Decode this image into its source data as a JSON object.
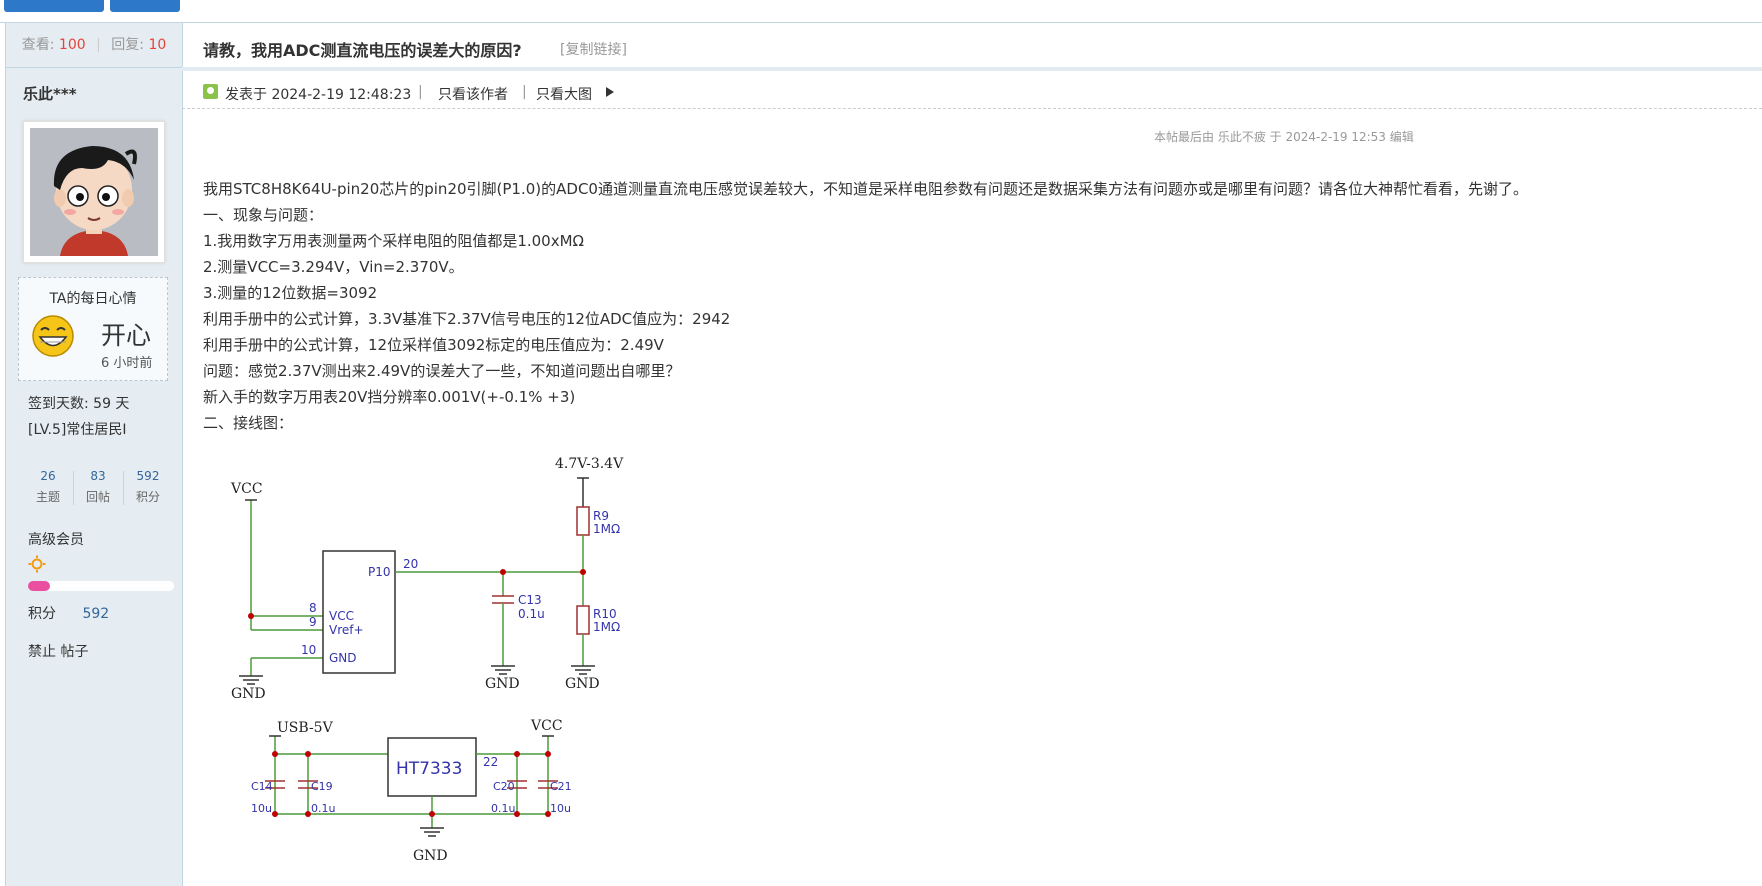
{
  "thread": {
    "views_label": "查看:",
    "views": "100",
    "replies_label": "回复:",
    "replies": "10",
    "title": "请教，我用ADC测直流电压的误差大的原因?",
    "copy_link": "[复制链接]"
  },
  "author": {
    "name": "乐此***",
    "mood_title": "TA的每日心情",
    "mood": "开心",
    "mood_time": "6 小时前",
    "checkin": "签到天数: 59 天",
    "level": "[LV.5]常住居民I",
    "stats": [
      {
        "value": "26",
        "label": "主题"
      },
      {
        "value": "83",
        "label": "回帖"
      },
      {
        "value": "592",
        "label": "积分"
      }
    ],
    "group": "高级会员",
    "progress_fraction": 0.15,
    "points_label": "积分",
    "points": "592",
    "status": "禁止 帖子"
  },
  "post_meta": {
    "posted": "发表于 2024-2-19 12:48:23",
    "only_author": "只看该作者",
    "only_images": "只看大图",
    "sep": "|"
  },
  "edit_note": "本帖最后由 乐此不疲 于 2024-2-19 12:53 编辑",
  "post_body": [
    "我用STC8H8K64U-pin20芯片的pin20引脚(P1.0)的ADC0通道测量直流电压感觉误差较大，不知道是采样电阻参数有问题还是数据采集方法有问题亦或是哪里有问题？请各位大神帮忙看看，先谢了。",
    "一、现象与问题：",
    "1.我用数字万用表测量两个采样电阻的阻值都是1.00xMΩ",
    "2.测量VCC=3.294V，Vin=2.370V。",
    "3.测量的12位数据=3092",
    "利用手册中的公式计算，3.3V基准下2.37V信号电压的12位ADC值应为：2942",
    "利用手册中的公式计算，12位采样值3092标定的电压值应为：2.49V",
    "问题：感觉2.37V测出来2.49V的误差大了一些，不知道问题出自哪里？",
    "新入手的数字万用表20V挡分辨率0.001V(+-0.1% +3)",
    "二、接线图："
  ],
  "schematic": {
    "vcc": "VCC",
    "range": "4.7V-3.4V",
    "gnd": "GND",
    "p10": "P10",
    "pin20": "20",
    "pin8": "8",
    "pin9": "9",
    "pin10": "10",
    "vcc_pin": "VCC",
    "vref": "Vref+",
    "gnd_pin": "GND",
    "c13": "C13",
    "c13v": "0.1u",
    "r9": "R9",
    "r9v": "1MΩ",
    "r10": "R10",
    "r10v": "1MΩ",
    "usb": "USB-5V",
    "reg": "HT7333",
    "pin22": "22",
    "c14": "C14",
    "c14v": "10u",
    "c19": "C19",
    "c19v": "0.1u",
    "c20": "C20",
    "c20v": "0.1u",
    "c21": "C21",
    "c21v": "10u"
  }
}
